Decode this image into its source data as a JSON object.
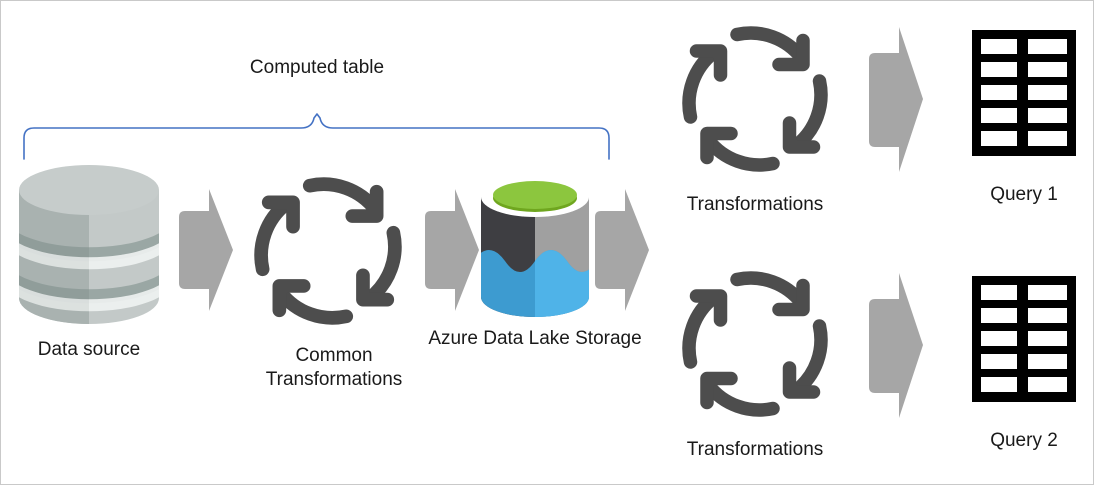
{
  "diagram": {
    "title": "Computed table dataflow architecture",
    "background": "#ffffff",
    "border_color": "#c9c9c9"
  },
  "colors": {
    "brace_blue": "#4472C4",
    "arrow_gray": "#A6A6A6",
    "transform_dark": "#4D4D4D",
    "table_black": "#000000",
    "adls_green": "#8CC63E",
    "adls_green_dark": "#6FA61F",
    "adls_body_dark": "#3E3E42",
    "adls_body_gray": "#A0A0A0",
    "adls_water_dark": "#3D9BD0",
    "adls_water_light": "#4FB3E8",
    "db_light": "#C3C9C8",
    "db_mid": "#AEB8B6",
    "db_dark": "#93A19E",
    "text": "#1a1a1a"
  },
  "bracket": {
    "label": "Computed table",
    "name": "computed-table-bracket"
  },
  "nodes": [
    {
      "id": "data-source",
      "icon": "database-cylinder-icon",
      "label": "Data source",
      "label_lines": [
        "Data source"
      ]
    },
    {
      "id": "common-transformations",
      "icon": "transformations-cycle-icon",
      "label": "Common Transformations",
      "label_lines": [
        "Common",
        "Transformations"
      ]
    },
    {
      "id": "azure-data-lake-storage",
      "icon": "azure-data-lake-storage-icon",
      "label": "Azure Data Lake Storage",
      "label_lines": [
        "Azure Data Lake Storage"
      ]
    },
    {
      "id": "transformations-1",
      "icon": "transformations-cycle-icon",
      "label": "Transformations",
      "label_lines": [
        "Transformations"
      ]
    },
    {
      "id": "query-1",
      "icon": "table-grid-icon",
      "label": "Query 1",
      "label_lines": [
        "Query 1"
      ]
    },
    {
      "id": "transformations-2",
      "icon": "transformations-cycle-icon",
      "label": "Transformations",
      "label_lines": [
        "Transformations"
      ]
    },
    {
      "id": "query-2",
      "icon": "table-grid-icon",
      "label": "Query 2",
      "label_lines": [
        "Query 2"
      ]
    }
  ],
  "arrows": [
    {
      "id": "arrow-source-to-common",
      "icon": "block-arrow-right-icon"
    },
    {
      "id": "arrow-common-to-adls",
      "icon": "block-arrow-right-icon"
    },
    {
      "id": "arrow-adls-to-branches",
      "icon": "block-arrow-right-icon"
    },
    {
      "id": "arrow-transform1-to-query1",
      "icon": "block-arrow-right-icon"
    },
    {
      "id": "arrow-transform2-to-query2",
      "icon": "block-arrow-right-icon"
    }
  ],
  "table_icon": {
    "columns": 2,
    "rows": 5
  }
}
